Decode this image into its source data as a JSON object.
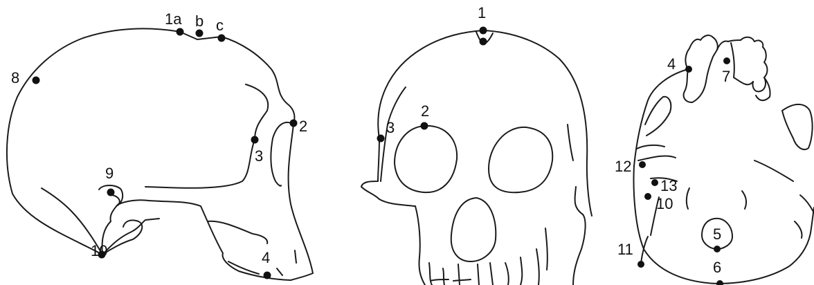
{
  "views": {
    "lateral": {
      "labels": {
        "l1a": "1a",
        "lb": "b",
        "lc": "c",
        "l2": "2",
        "l3": "3",
        "l4": "4",
        "l8": "8",
        "l9": "9",
        "l10": "10"
      }
    },
    "frontal": {
      "labels": {
        "l1": "1",
        "l2": "2",
        "l3": "3"
      }
    },
    "basal": {
      "labels": {
        "l4": "4",
        "l5": "5",
        "l6": "6",
        "l7": "7",
        "l10": "10",
        "l11": "11",
        "l12": "12",
        "l13": "13"
      }
    }
  },
  "colors": {
    "stroke": "#1a1a1a",
    "landmark": "#111111",
    "background": "#ffffff"
  }
}
